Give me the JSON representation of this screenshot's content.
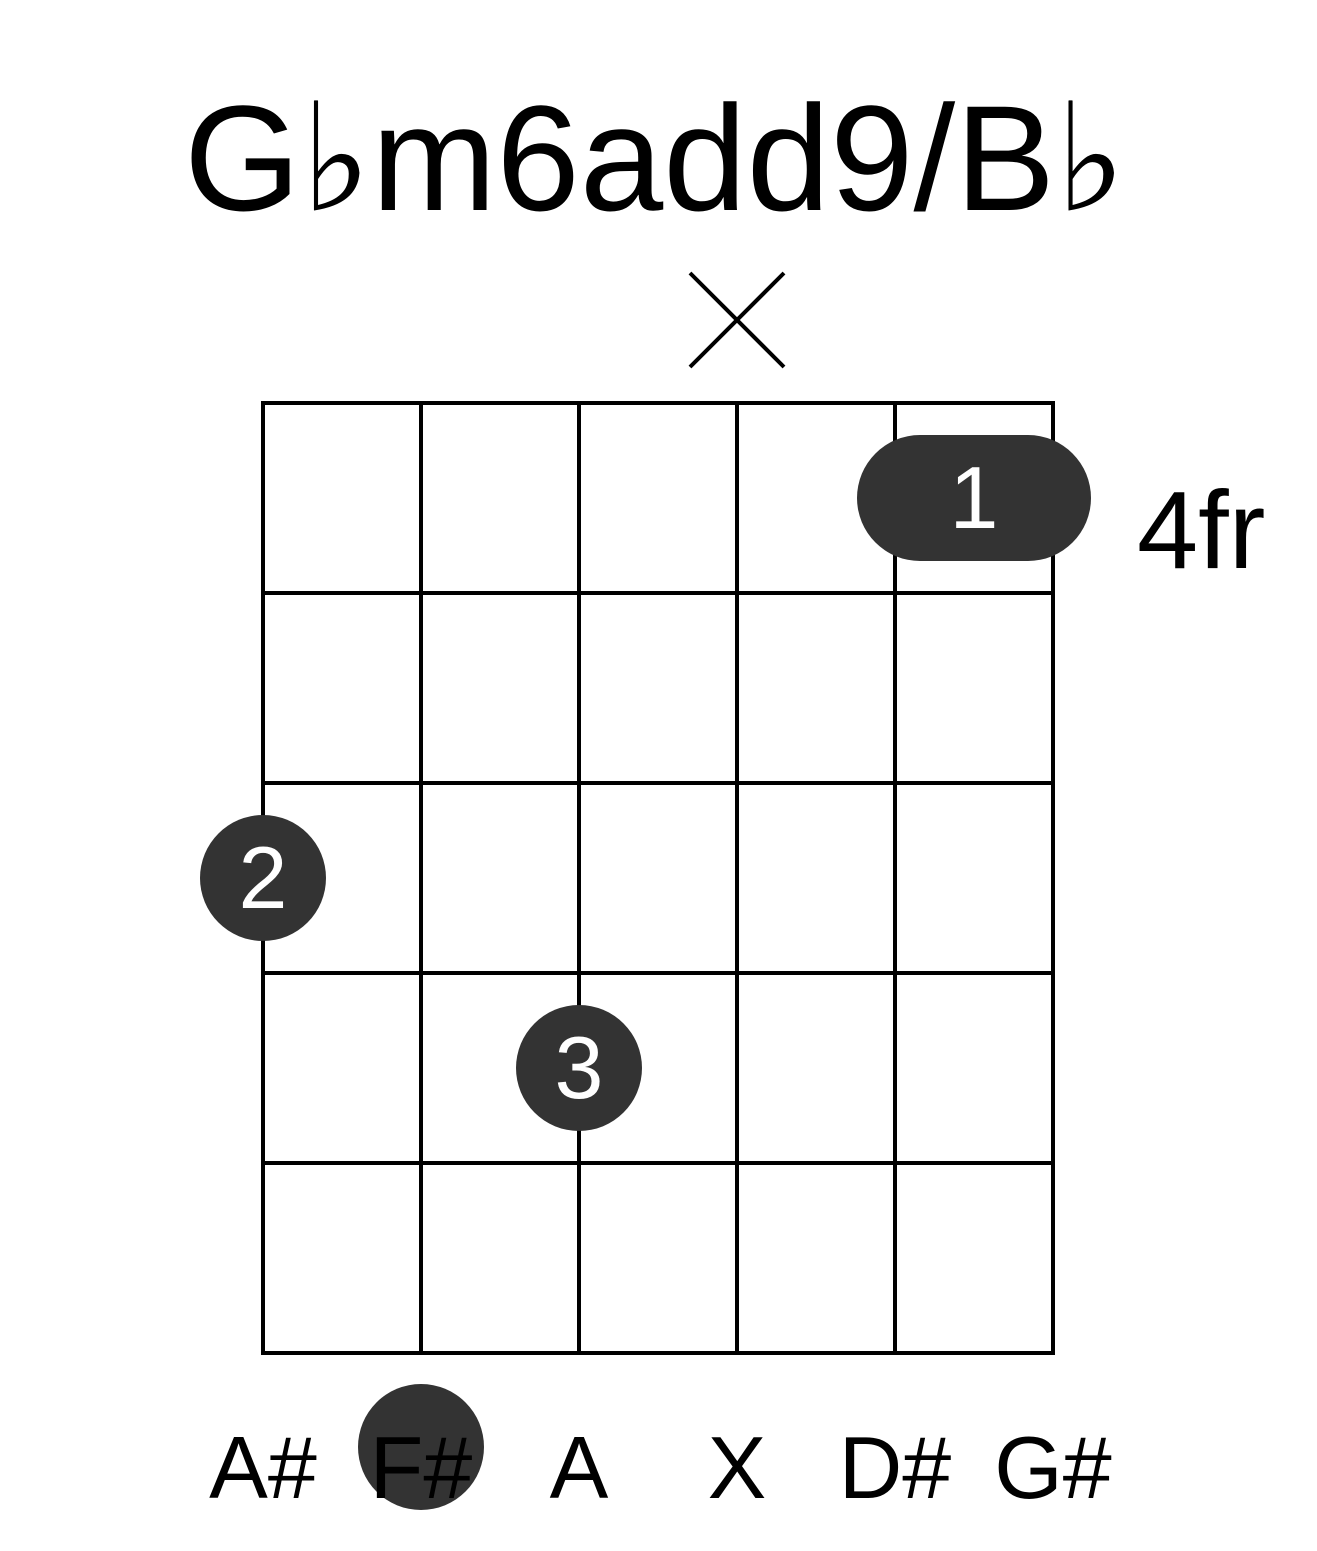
{
  "chord": {
    "name": "G♭m6add9/B♭",
    "fret_label": "4fr",
    "num_strings": 6,
    "num_frets": 5,
    "string_marks": [
      {
        "string": 4,
        "mark": "X"
      }
    ],
    "fingers": [
      {
        "finger": "1",
        "string": 5,
        "string_end": 6,
        "fret": 1,
        "barre": true
      },
      {
        "finger": "2",
        "string": 1,
        "fret": 3
      },
      {
        "finger": "3",
        "string": 3,
        "fret": 4
      }
    ],
    "string_notes": [
      "A#",
      "F#",
      "A",
      "X",
      "D#",
      "G#"
    ],
    "root_string": 2
  },
  "colors": {
    "dot": "#333333",
    "dot_text": "#ffffff",
    "line": "#000000",
    "text": "#000000"
  }
}
